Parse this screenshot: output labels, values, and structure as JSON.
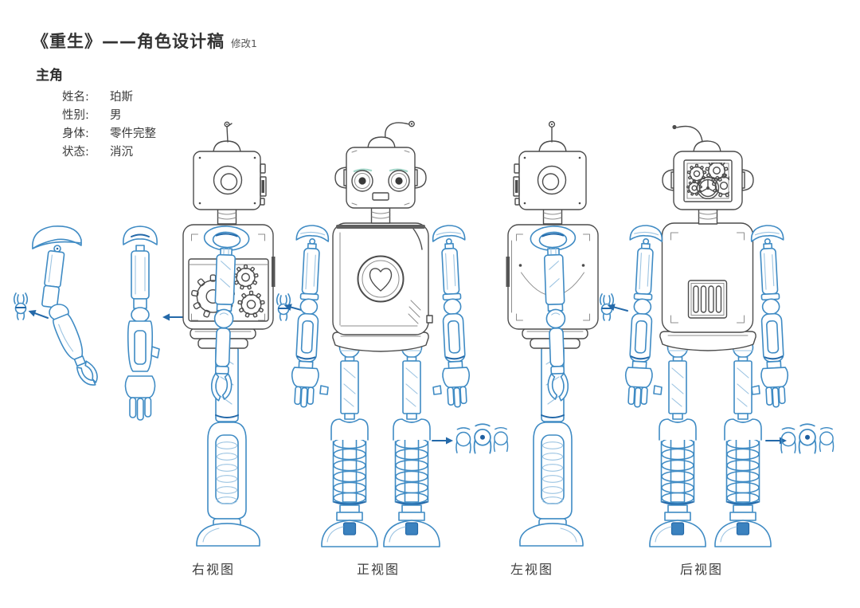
{
  "header": {
    "title": "《重生》——角色设计稿",
    "revision": "修改1",
    "section": "主角"
  },
  "character": {
    "fields": [
      {
        "label": "姓名:",
        "value": "珀斯"
      },
      {
        "label": "性别:",
        "value": "男"
      },
      {
        "label": "身体:",
        "value": "零件完整"
      },
      {
        "label": "状态:",
        "value": "消沉"
      }
    ]
  },
  "views": [
    {
      "id": "right-view",
      "label": "右视图"
    },
    {
      "id": "front-view",
      "label": "正视图"
    },
    {
      "id": "left-view",
      "label": "左视图"
    },
    {
      "id": "back-view",
      "label": "后视图"
    }
  ],
  "colors": {
    "ink": "#4c4c4c",
    "sketch_blue": "#3f8bc4",
    "sketch_blue_dark": "#2469a9",
    "eyebrow_teal": "#a6d8cb",
    "background": "#ffffff"
  }
}
